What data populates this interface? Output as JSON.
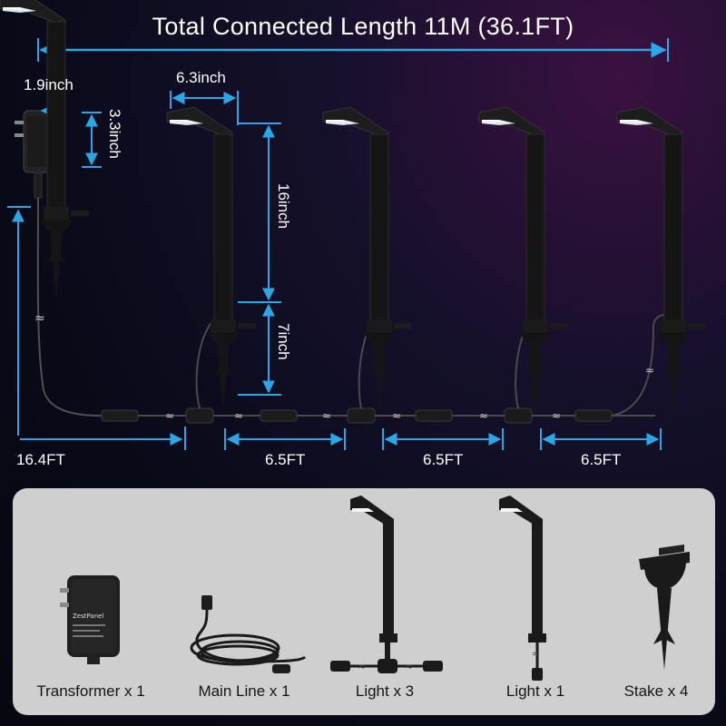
{
  "title": "Total Connected Length 11M (36.1FT)",
  "dimensions": {
    "adapter_width": "1.9inch",
    "adapter_height": "3.3inch",
    "head_length": "6.3inch",
    "light_height": "16inch",
    "stake_height": "7inch",
    "lead_length": "16.4FT",
    "segment_1": "6.5FT",
    "segment_2": "6.5FT",
    "segment_3": "6.5FT"
  },
  "package": [
    {
      "label": "Transformer x 1",
      "icon": "transformer-icon"
    },
    {
      "label": "Main Line x 1",
      "icon": "cable-icon"
    },
    {
      "label": "Light x 3",
      "icon": "pathway-light-t-connector-icon"
    },
    {
      "label": "Light x 1",
      "icon": "pathway-light-icon"
    },
    {
      "label": "Stake x 4",
      "icon": "ground-stake-icon"
    }
  ],
  "colors": {
    "dimension_line": "#2ba6e6",
    "fixture": "#151515",
    "panel": "#cfcfcf",
    "background": "#090a18"
  },
  "transformer_brand": "ZestPanel"
}
